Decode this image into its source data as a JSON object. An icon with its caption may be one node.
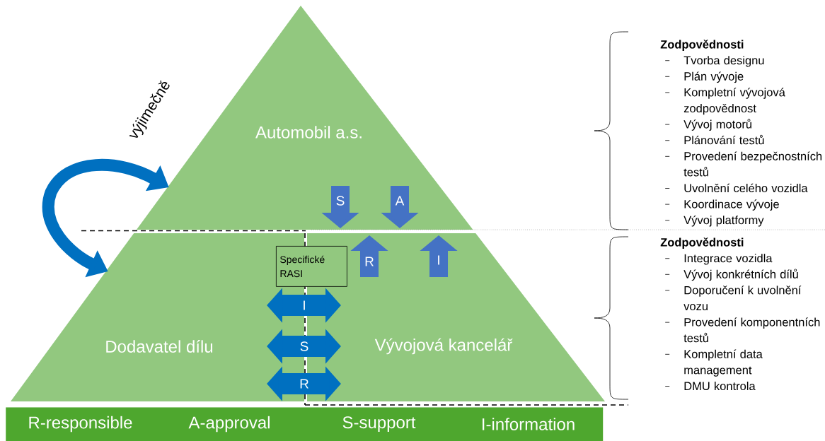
{
  "diagram": {
    "nodes": [
      {
        "text": [
          "Automobil a.s."
        ]
      },
      {
        "text": [
          "Dodavatel dílu"
        ]
      },
      {
        "text": [
          "Vývojová kancelář"
        ]
      },
      {
        "text": [
          "Specifické RASI"
        ]
      },
      {
        "text": [
          "R-responsible",
          "A-approval",
          "S-support",
          "I-information"
        ]
      }
    ],
    "edges": [
      {
        "from": 0,
        "to": 2,
        "arrow": "to",
        "label": "S"
      },
      {
        "from": 0,
        "to": 2,
        "arrow": "to",
        "label": "A"
      },
      {
        "from": 2,
        "to": 0,
        "arrow": "to",
        "label": "R"
      },
      {
        "from": 2,
        "to": 0,
        "arrow": "to",
        "label": "I"
      },
      {
        "from": 1,
        "to": 2,
        "arrow": "both",
        "label": "I",
        "color": "#0070c0"
      },
      {
        "from": 1,
        "to": 2,
        "arrow": "both",
        "label": "S",
        "color": "#0070c0"
      },
      {
        "from": 1,
        "to": 2,
        "arrow": "both",
        "label": "R",
        "color": "#0070c0"
      },
      {
        "from": 0,
        "to": 1,
        "arrow": "both",
        "label": "výjimečně",
        "color": "#0070c0"
      }
    ],
    "labels": [
      "Zodpovědnosti",
      "Tvorba designu",
      "Plán vývoje",
      "Kompletní vývojová zodpovědnost",
      "Vývoj motorů",
      "Plánování testů",
      "Provedení bezpečnostních testů",
      "Uvolnění celého vozidla",
      "Koordinace vývoje",
      "Vývoj platformy",
      "Zodpovědnosti",
      "Integrace vozidla",
      "Vývoj konkrétních dílů",
      "Doporučení k uvolnění vozu",
      "Provedení komponentních testů",
      "Kompletní data management",
      "DMU kontrola"
    ]
  }
}
